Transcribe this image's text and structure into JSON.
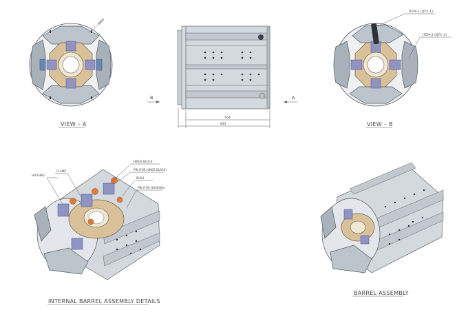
{
  "views": {
    "view_a_caption": "VIEW – A",
    "view_b_caption": "VIEW – B",
    "internal_caption": "INTERNAL BARREL ASSEMBLY DETAILS",
    "barrel_caption": "BARREL ASSEMBLY"
  },
  "dimensions": {
    "diameter": "Ø695",
    "inner_length": "764",
    "overall_length": "844"
  },
  "section_markers": {
    "left": "B",
    "right": "A"
  },
  "item_callouts": {
    "item1": "ITEM-1 (QTY.-1)",
    "item2": "ITEM-2 (QTY.-3)"
  },
  "part_labels": {
    "housing": "HOUSING",
    "clamp": "CLAMP",
    "hinge_block": "HINGE BLOCK",
    "pin_hinge": "PIN (FOR HINGE BLOCK)",
    "bush": "BUSH",
    "pin_housing": "PIN (FOR HOUSING)"
  }
}
